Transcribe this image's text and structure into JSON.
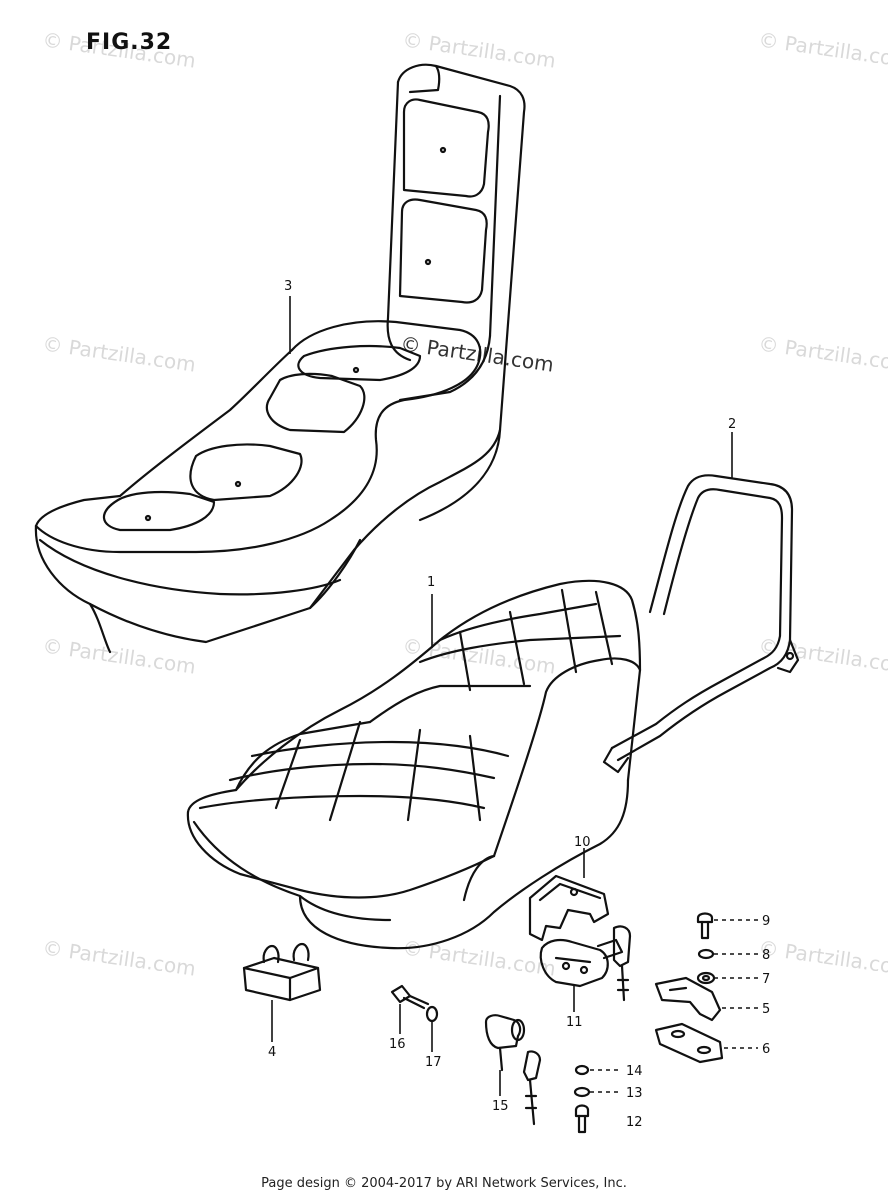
{
  "figure": {
    "title": "FIG.32"
  },
  "watermark": {
    "text": "© Partzilla.com"
  },
  "footer": {
    "text": "Page design © 2004-2017 by ARI Network Services, Inc."
  },
  "callouts": {
    "c1": "1",
    "c2": "2",
    "c3": "3",
    "c4": "4",
    "c5": "5",
    "c6": "6",
    "c7": "7",
    "c8": "8",
    "c9": "9",
    "c10": "10",
    "c11": "11",
    "c12": "12",
    "c13": "13",
    "c14": "14",
    "c15": "15",
    "c16": "16",
    "c17": "17"
  },
  "colors": {
    "line": "#111111",
    "watermark": "#d9d9d9"
  }
}
